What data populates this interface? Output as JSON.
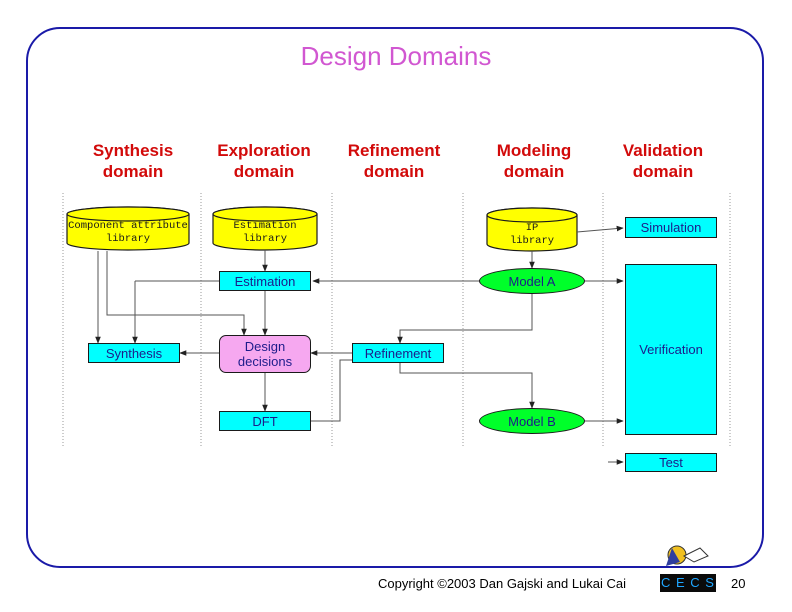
{
  "slide": {
    "title": "Design Domains",
    "copyright": "Copyright ©2003 Dan Gajski and Lukai Cai",
    "logo_text": "C E C S",
    "page_number": "20"
  },
  "columns": [
    {
      "line1": "Synthesis",
      "line2": "domain"
    },
    {
      "line1": "Exploration",
      "line2": "domain"
    },
    {
      "line1": "Refinement",
      "line2": "domain"
    },
    {
      "line1": "Modeling",
      "line2": "domain"
    },
    {
      "line1": "Validation",
      "line2": "domain"
    }
  ],
  "libraries": {
    "component": {
      "line1": "Component attribute",
      "line2": "library"
    },
    "estimation": {
      "line1": "Estimation",
      "line2": "library"
    },
    "ip": {
      "line1": "IP",
      "line2": "library"
    }
  },
  "boxes": {
    "estimation": "Estimation",
    "synthesis": "Synthesis",
    "design_line1": "Design",
    "design_line2": "decisions",
    "dft": "DFT",
    "refinement": "Refinement",
    "model_a": "Model A",
    "model_b": "Model B",
    "simulation": "Simulation",
    "verification": "Verification",
    "test": "Test"
  },
  "colors": {
    "title": "#d157d1",
    "column_header": "#d20a0a",
    "frame": "#1a1aa8",
    "box_cyan": "#00ffff",
    "box_pink": "#f6a8f0",
    "box_green": "#00ff2a",
    "library_yellow": "#ffff00"
  }
}
